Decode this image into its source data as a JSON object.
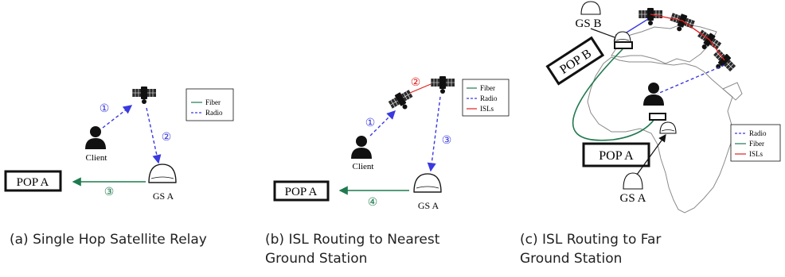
{
  "colors": {
    "fiber": "#1f7a4f",
    "radio": "#3a3adf",
    "isl": "#e02020",
    "ink": "#111111",
    "map": "#8a8a8a"
  },
  "panel_a": {
    "caption": "(a) Single Hop Satellite Relay",
    "client": "Client",
    "gs": "GS A",
    "pop": "POP A",
    "steps": [
      "①",
      "②",
      "③"
    ],
    "legend": [
      "Fiber",
      "Radio"
    ]
  },
  "panel_b": {
    "caption_line1": "(b) ISL Routing to Nearest",
    "caption_line2": "Ground Station",
    "client": "Client",
    "gs": "GS A",
    "pop": "POP A",
    "steps": [
      "①",
      "②",
      "③",
      "④"
    ],
    "legend": [
      "Fiber",
      "Radio",
      "ISLs"
    ]
  },
  "panel_c": {
    "caption_line1": "(c) ISL Routing to Far",
    "caption_line2": "Ground Station",
    "gs_a": "GS A",
    "gs_b": "GS B",
    "pop_a": "POP A",
    "pop_b": "POP B",
    "legend": [
      "Radio",
      "Fiber",
      "ISLs"
    ]
  },
  "icons": [
    "satellite-icon",
    "person-icon",
    "dish-antenna-icon",
    "map-outline"
  ]
}
